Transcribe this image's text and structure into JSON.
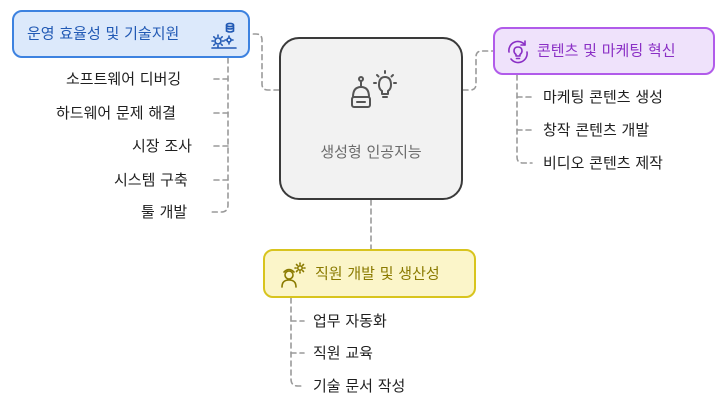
{
  "center": {
    "label": "생성형 인공지능",
    "icon": "robot-lightbulb-icon"
  },
  "categories": [
    {
      "id": "ops",
      "label": "운영 효율성 및 기술지원",
      "icon": "gears-database-icon",
      "color": "#3d82e0",
      "items": [
        "소프트웨어 디버깅",
        "하드웨어 문제 해결",
        "시장 조사",
        "시스템 구축",
        "툴 개발"
      ]
    },
    {
      "id": "mkt",
      "label": "콘텐츠 및 마케팅 혁신",
      "icon": "lightbulb-refresh-icon",
      "color": "#b15bea",
      "items": [
        "마케팅 콘텐츠 생성",
        "창작 콘텐츠 개발",
        "비디오 콘텐츠 제작"
      ]
    },
    {
      "id": "emp",
      "label": "직원 개발 및 생산성",
      "icon": "worker-gear-icon",
      "color": "#d8c41e",
      "items": [
        "업무 자동화",
        "직원 교육",
        "기술 문서 작성"
      ]
    }
  ]
}
